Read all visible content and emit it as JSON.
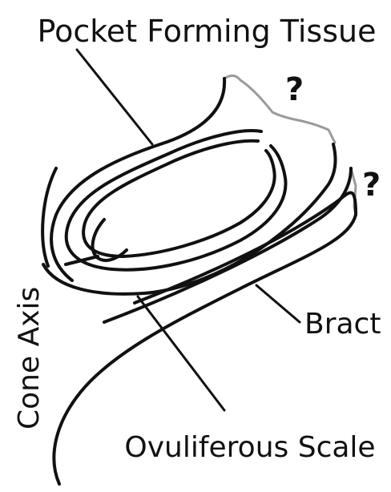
{
  "labels": {
    "pocket_forming_tissue": "Pocket Forming Tissue",
    "bract": "Bract",
    "ovuliferous_scale": "Ovuliferous Scale",
    "cone_axis": "Cone Axis",
    "question_mark_top": "?",
    "question_mark_right": "?"
  },
  "colors": {
    "line": "#111111",
    "uncertain_edge": "#9a9a9a",
    "background": "#ffffff"
  }
}
